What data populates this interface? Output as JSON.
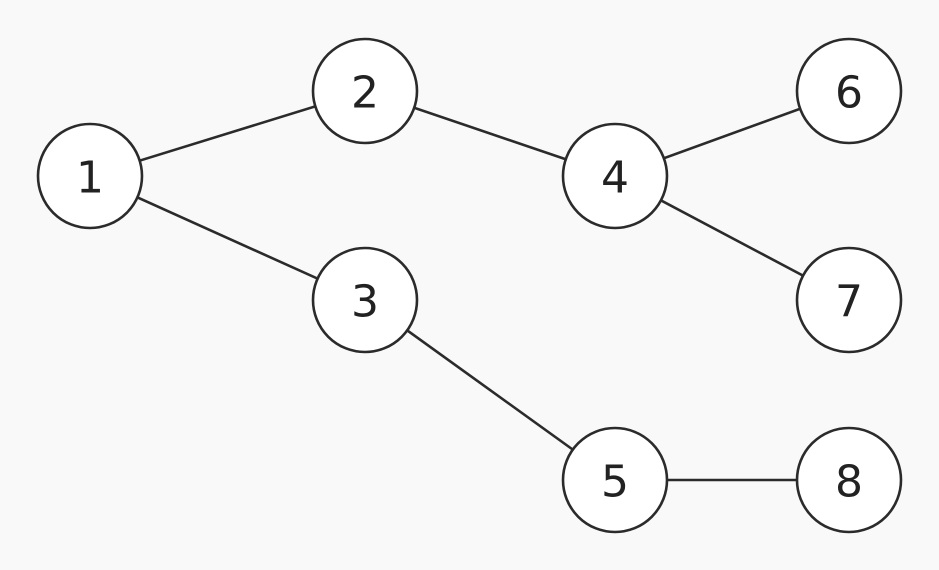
{
  "colors": {
    "background": "#f9f9f9",
    "stroke": "#2b2b2b",
    "node_fill": "#ffffff",
    "text": "#222222"
  },
  "graph": {
    "nodes": [
      {
        "id": "1",
        "label": "1"
      },
      {
        "id": "2",
        "label": "2"
      },
      {
        "id": "3",
        "label": "3"
      },
      {
        "id": "4",
        "label": "4"
      },
      {
        "id": "5",
        "label": "5"
      },
      {
        "id": "6",
        "label": "6"
      },
      {
        "id": "7",
        "label": "7"
      },
      {
        "id": "8",
        "label": "8"
      }
    ],
    "edges": [
      {
        "from": "1",
        "to": "2"
      },
      {
        "from": "1",
        "to": "3"
      },
      {
        "from": "2",
        "to": "4"
      },
      {
        "from": "3",
        "to": "5"
      },
      {
        "from": "4",
        "to": "6"
      },
      {
        "from": "4",
        "to": "7"
      },
      {
        "from": "5",
        "to": "8"
      }
    ]
  }
}
